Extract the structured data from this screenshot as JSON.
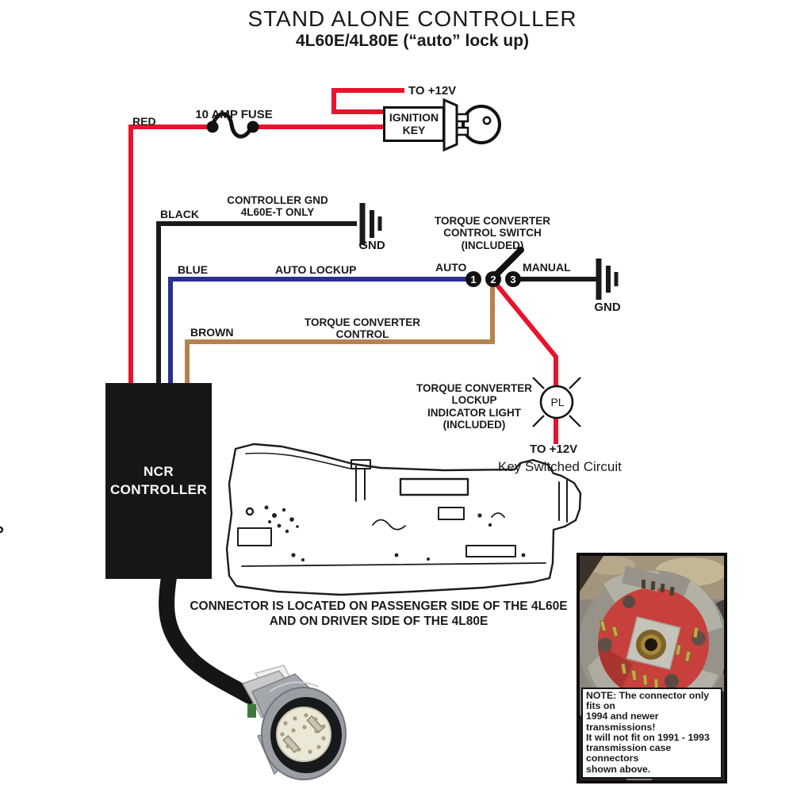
{
  "title": {
    "main": "STAND ALONE CONTROLLER",
    "sub": "4L60E/4L80E (“auto” lock up)"
  },
  "colors": {
    "red": "#e8142b",
    "black": "#1a1a1a",
    "blue": "#2b2f8e",
    "brown": "#b5824f",
    "photo_red": "#c8403c"
  },
  "icons": {
    "fuse": "fuse-symbol",
    "ignition_key": "key-icon",
    "ground": "ground-symbol",
    "lamp": "indicator-lamp-icon",
    "switch": "rotary-switch-icon"
  },
  "power": {
    "to_12v": "TO +12V",
    "fuse_label": "10 AMP FUSE",
    "red_label": "RED",
    "ignition_key": "IGNITION\nKEY"
  },
  "ground1": {
    "wire_label": "BLACK",
    "desc": "CONTROLLER GND\n4L60E-T ONLY",
    "gnd": "GND"
  },
  "switch": {
    "title": "TORQUE CONVERTER\nCONTROL SWITCH\n(INCLUDED)",
    "auto": "AUTO",
    "manual": "MANUAL",
    "gnd": "GND",
    "terminals": [
      "1",
      "2",
      "3"
    ]
  },
  "blue_wire": {
    "label": "BLUE",
    "desc": "AUTO LOCKUP"
  },
  "brown_wire": {
    "label": "BROWN",
    "desc": "TORQUE CONVERTER\nCONTROL"
  },
  "indicator": {
    "desc": "TORQUE CONVERTER\nLOCKUP\nINDICATOR LIGHT\n(INCLUDED)",
    "lamp": "PL",
    "to_12v": "TO +12V",
    "circuit": "Key Switched Circuit"
  },
  "controller": {
    "label": "NCR\nCONTROLLER"
  },
  "transmission": {
    "caption": "CONNECTOR IS LOCATED ON PASSENGER SIDE OF THE 4L60E\nAND ON DRIVER SIDE OF THE 4L80E"
  },
  "photo_note": "NOTE: The connector only fits on\n1994 and newer transmissions!\nIt will not fit on 1991 - 1993\ntransmission case connectors\nshown above."
}
